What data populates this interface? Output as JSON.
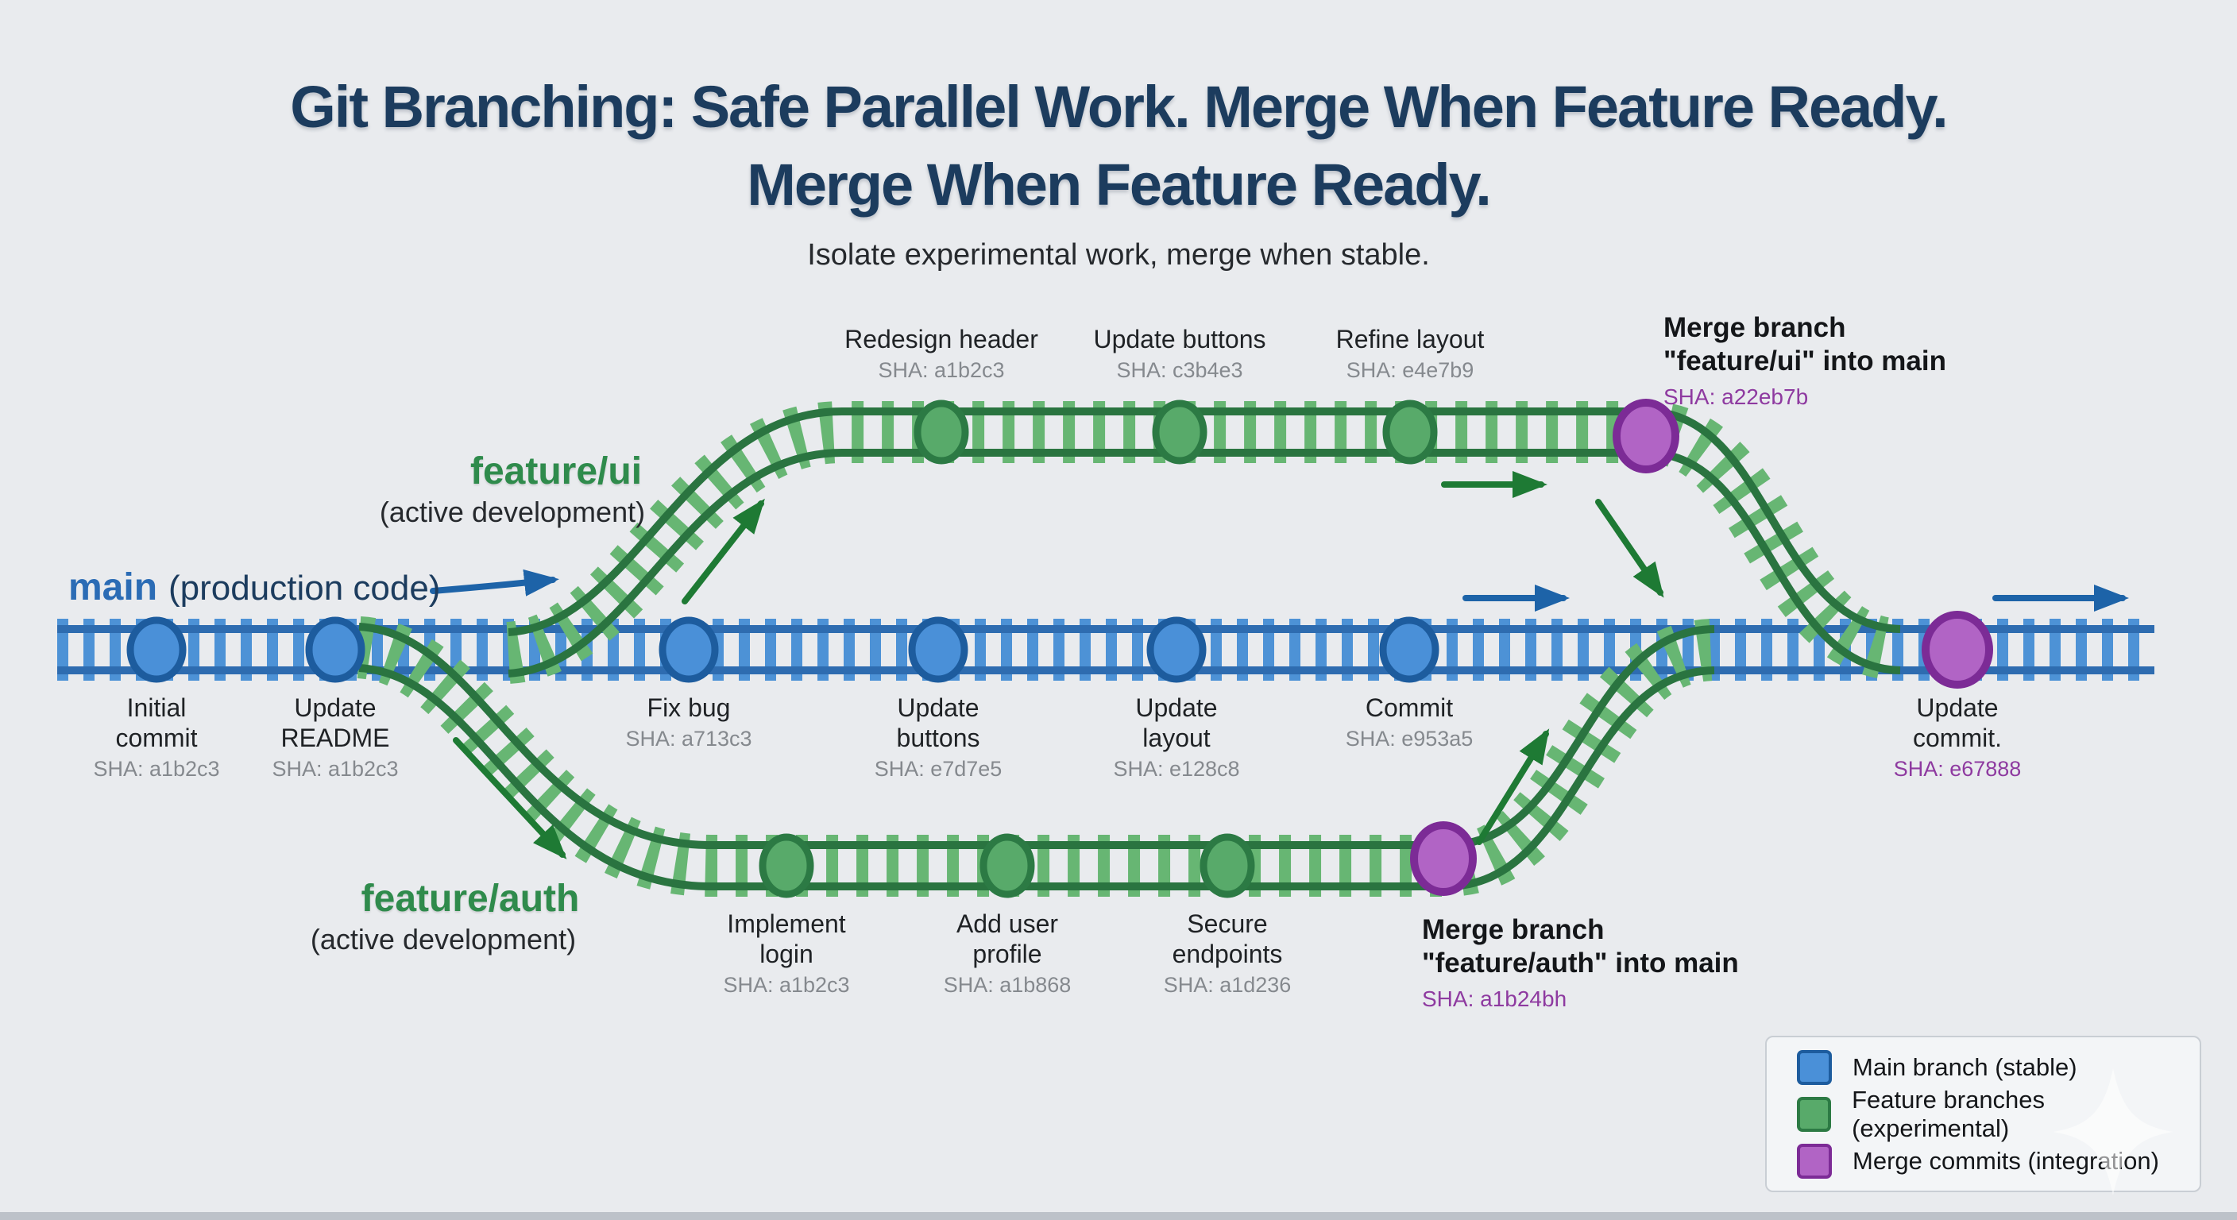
{
  "title": {
    "line1": "Git Branching: Safe Parallel Work. Merge When Feature Ready.",
    "line2": "Merge When Feature Ready.",
    "subtitle": "Isolate experimental work, merge when stable."
  },
  "branch_labels": {
    "main": {
      "name": "main",
      "descriptor": "(production code)"
    },
    "feature_ui": {
      "name": "feature/ui",
      "descriptor": "(active development)"
    },
    "feature_auth": {
      "name": "feature/auth",
      "descriptor": "(active development)"
    }
  },
  "commits": {
    "main": [
      {
        "line1": "Initial",
        "line2": "commit",
        "sha": "SHA: a1b2c3"
      },
      {
        "line1": "Update",
        "line2": "README",
        "sha": "SHA: a1b2c3"
      },
      {
        "line1": "Fix bug",
        "line2": "",
        "sha": "SHA: a713c3"
      },
      {
        "line1": "Update",
        "line2": "buttons",
        "sha": "SHA: e7d7e5"
      },
      {
        "line1": "Update",
        "line2": "layout",
        "sha": "SHA: e128c8"
      },
      {
        "line1": "Commit",
        "line2": "",
        "sha": "SHA: e953a5"
      },
      {
        "line1": "Update",
        "line2": "commit.",
        "sha": "SHA: e67888"
      }
    ],
    "feature_ui": [
      {
        "label": "Redesign header",
        "sha": "SHA: a1b2c3"
      },
      {
        "label": "Update buttons",
        "sha": "SHA: c3b4e3"
      },
      {
        "label": "Refine layout",
        "sha": "SHA: e4e7b9"
      }
    ],
    "feature_auth": [
      {
        "line1": "Implement",
        "line2": "login",
        "sha": "SHA: a1b2c3"
      },
      {
        "line1": "Add user",
        "line2": "profile",
        "sha": "SHA: a1b868"
      },
      {
        "line1": "Secure",
        "line2": "endpoints",
        "sha": "SHA: a1d236"
      }
    ],
    "merge_ui": {
      "line1": "Merge branch",
      "line2": "\"feature/ui\" into main",
      "sha": "SHA: a22eb7b"
    },
    "merge_auth": {
      "line1": "Merge branch",
      "line2": "\"feature/auth\" into main",
      "sha": "SHA: a1b24bh"
    }
  },
  "legend": {
    "items": [
      {
        "label": "Main branch (stable)"
      },
      {
        "label": "Feature branches (experimental)"
      },
      {
        "label": "Merge commits (integration)"
      }
    ]
  },
  "colors": {
    "background": "#e9ebee",
    "title": "#1c3c5e",
    "main_node": "#4a90d8",
    "main_node_border": "#1d5c9e",
    "main_rail": "#2e6cb0",
    "main_tie": "#4d92d6",
    "main_arrow": "#1d63a8",
    "main_label": "#2b6cb5",
    "feature_node": "#58aa6a",
    "feature_node_border": "#2c7a44",
    "feature_rail": "#2a7440",
    "feature_tie": "#67b673",
    "feature_arrow": "#1e7a34",
    "feature_label": "#2f8b4c",
    "merge_node": "#b164c5",
    "merge_node_border": "#7c2b96",
    "merge_sha": "#8e3aa0",
    "commit_text": "#1f2225",
    "sha_text": "#85898e"
  }
}
